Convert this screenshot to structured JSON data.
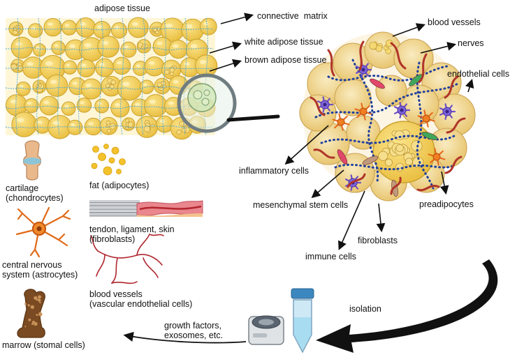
{
  "title": "",
  "labels": {
    "adipose_tissue": "adipose tissue",
    "connective_matrix": "connective  matrix",
    "white_adipose": "white adipose tissue",
    "brown_adipose": "brown adipose tissue",
    "blood_vessels": "blood vessels",
    "nerves": "nerves",
    "endothelial_cells": "endothelial cells",
    "inflammatory_cells": "inflammatory cells",
    "mesenchymal_stem_cells": "mesenchymal stem cells",
    "preadipocytes": "preadipocytes",
    "fibroblasts": "fibroblasts",
    "immune_cells": "immune cells",
    "isolation": "isolation",
    "growth_factors": "growth factors,\nexosomes, etc."
  },
  "applications": [
    {
      "key": "cartilage",
      "label": "cartilage\n(chondrocytes)"
    },
    {
      "key": "fat",
      "label": "fat (adipocytes)"
    },
    {
      "key": "tendon",
      "label": "tendon, ligament, skin\n(fibroblasts)"
    },
    {
      "key": "cns",
      "label": "central nervous\nsystem (astrocytes)"
    },
    {
      "key": "vessels",
      "label": "blood vessels\n(vascular endothelial cells)"
    },
    {
      "key": "marrow",
      "label": "marrow (stomal cells)"
    }
  ],
  "colors": {
    "fat_fill": "#f2cf52",
    "fat_stroke": "#c9a22e",
    "matrix": "#4aa6d8",
    "vessel": "#b0342a",
    "nerve": "#1f3f9e",
    "ink": "#111111"
  },
  "icons": [
    "magnifier-icon",
    "centrifuge-icon",
    "test-tube-icon",
    "knee-joint-icon",
    "astrocyte-icon",
    "bone-icon"
  ]
}
